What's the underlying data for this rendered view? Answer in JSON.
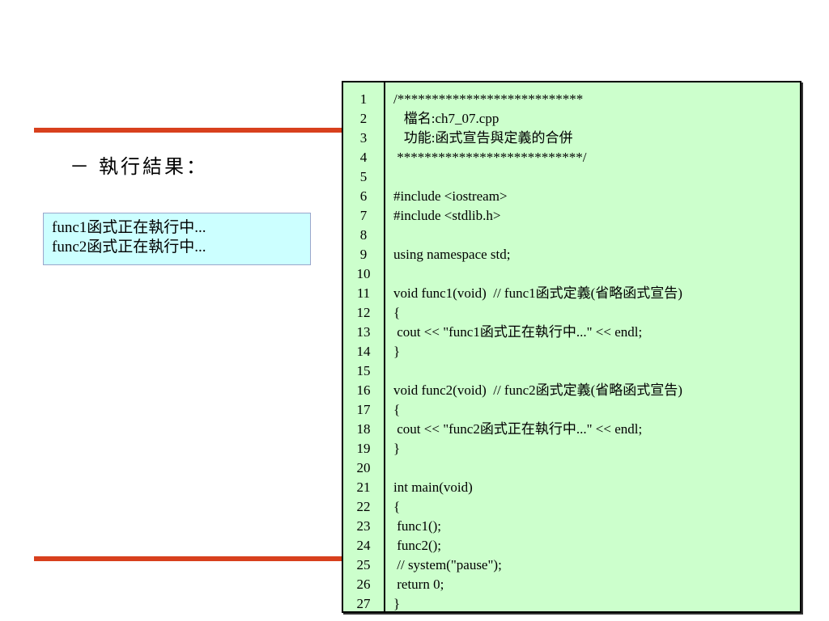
{
  "heading": "－ 執行結果：",
  "output_lines": [
    "func1函式正在執行中...",
    "func2函式正在執行中..."
  ],
  "code": {
    "line_numbers": [
      "1",
      "2",
      "3",
      "4",
      "5",
      "6",
      "7",
      "8",
      "9",
      "10",
      "11",
      "12",
      "13",
      "14",
      "15",
      "16",
      "17",
      "18",
      "19",
      "20",
      "21",
      "22",
      "23",
      "24",
      "25",
      "26",
      "27"
    ],
    "lines": [
      "/***************************",
      "   檔名:ch7_07.cpp",
      "   功能:函式宣告與定義的合併",
      " ***************************/",
      "",
      "#include <iostream>",
      "#include <stdlib.h>",
      "",
      "using namespace std;",
      "",
      "void func1(void)  // func1函式定義(省略函式宣告)",
      "{",
      " cout << \"func1函式正在執行中...\" << endl;",
      "}",
      "",
      "void func2(void)  // func2函式定義(省略函式宣告)",
      "{",
      " cout << \"func2函式正在執行中...\" << endl;",
      "}",
      "",
      "int main(void)",
      "{",
      " func1();",
      " func2();",
      " // system(\"pause\");",
      " return 0;",
      "}"
    ]
  },
  "colors": {
    "accent_rule": "#d8401d",
    "output_bg": "#ccffff",
    "code_bg": "#ccffcc"
  }
}
